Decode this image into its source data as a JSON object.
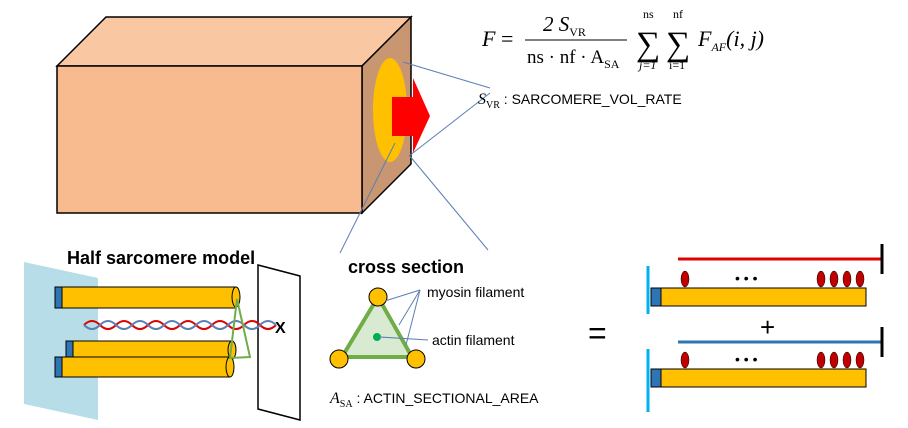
{
  "formula": {
    "lhs": "F",
    "equals": "=",
    "numerator": "2 S",
    "numerator_sub": "VR",
    "denominator": "ns · nf · A",
    "denominator_sub": "SA",
    "sum1_top": "ns",
    "sum1_bottom": "j=1",
    "sum2_top": "nf",
    "sum2_bottom": "i=1",
    "term": "F",
    "term_sub": "AF",
    "args": "(i, j)",
    "sigma": "∑"
  },
  "svr_label": {
    "symbol": "S",
    "sub": "VR",
    "text": " : SARCOMERE_VOL_RATE"
  },
  "asa_label": {
    "symbol": "A",
    "sub": "SA",
    "text": " : ACTIN_SECTIONAL_AREA"
  },
  "half_sarcomere_title": "Half sarcomere model",
  "cross_section_title": "cross section",
  "myosin_label": "myosin filament",
  "actin_label": "actin filament",
  "x_mark": "X",
  "equals_sign": "=",
  "plus_sign": "+",
  "dots_top": "• • •",
  "dots_bottom": "• • •",
  "colors": {
    "box_front": "#f8bb8f",
    "box_top": "#f9c7a2",
    "box_side": "#c99672",
    "myosin": "#ffc000",
    "myosin_cap": "#2e75b6",
    "arrow": "#ff0000",
    "actin_green": "#70ad47",
    "wall_blue": "#b7dde8",
    "red_actin": "#e00000",
    "blue_actin": "#2e75b6",
    "cyan_wall": "#00b0f0",
    "head_red": "#c00000"
  }
}
